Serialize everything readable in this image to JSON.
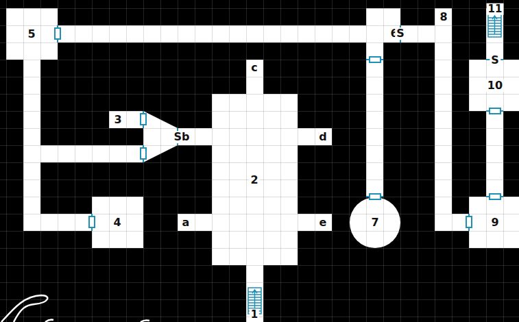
{
  "diagram": {
    "labels": [
      "5",
      "6",
      "S",
      "8",
      "11",
      "S",
      "10",
      "c",
      "3",
      "Sb",
      "d",
      "2",
      "4",
      "a",
      "e",
      "7",
      "9",
      "1"
    ]
  }
}
